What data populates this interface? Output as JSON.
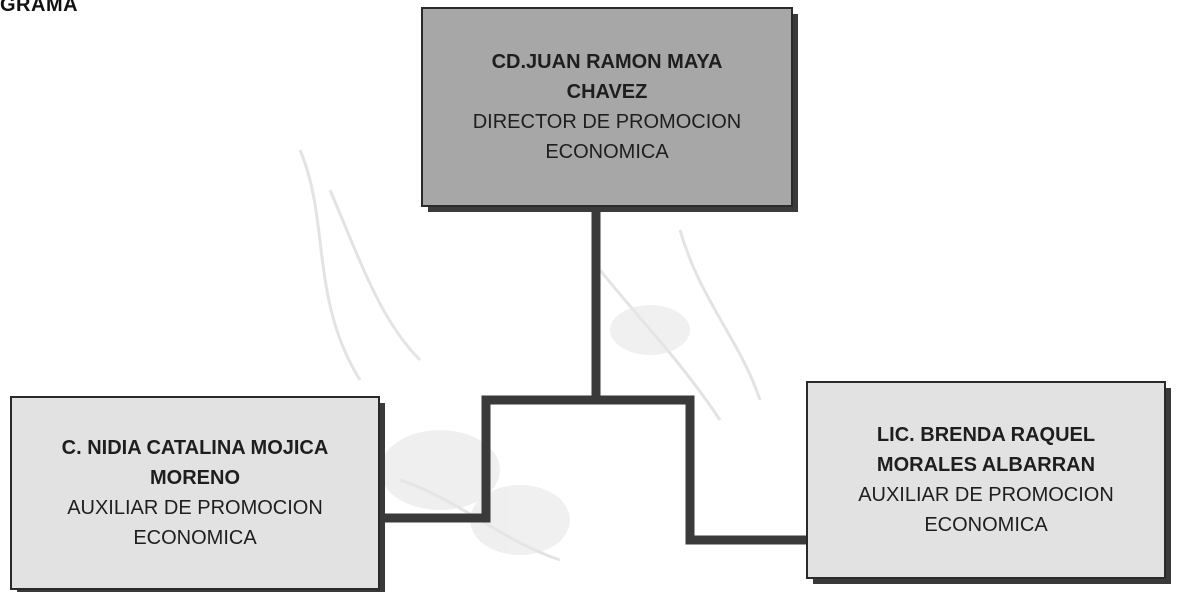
{
  "page": {
    "heading": "GRAMA"
  },
  "nodes": {
    "director": {
      "name": "CD.JUAN RAMON MAYA CHAVEZ",
      "role": "DIRECTOR DE PROMOCION ECONOMICA"
    },
    "auxiliar_left": {
      "name": "C. NIDIA CATALINA MOJICA MORENO",
      "role": "AUXILIAR DE PROMOCION ECONOMICA"
    },
    "auxiliar_right": {
      "name": "LIC. BRENDA RAQUEL MORALES ALBARRAN",
      "role": "AUXILIAR DE PROMOCION ECONOMICA"
    }
  },
  "colors": {
    "director_fill": "#a7a7a7",
    "subordinate_fill": "#e2e2e2",
    "connector": "#3a3a3a"
  }
}
